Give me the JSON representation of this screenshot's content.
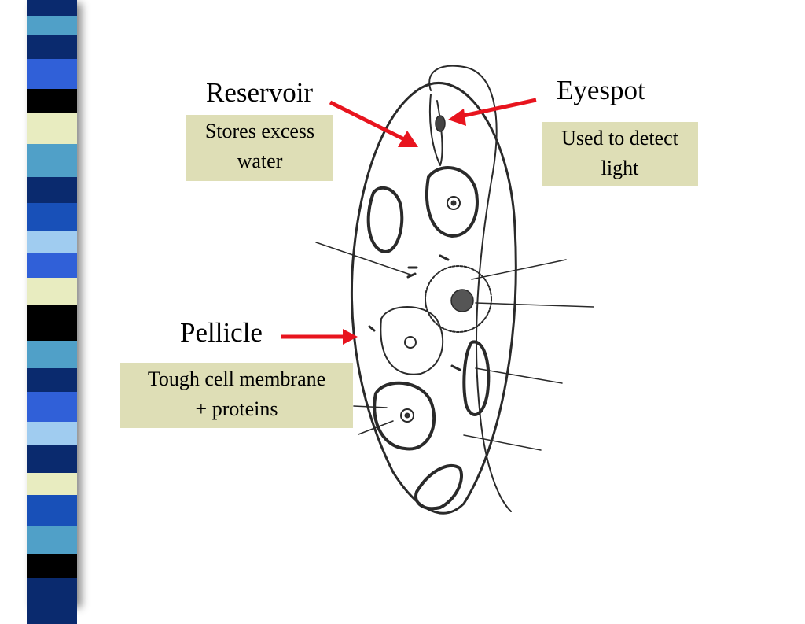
{
  "labels": {
    "reservoir": "Reservoir",
    "eyespot": "Eyespot",
    "pellicle": "Pellicle"
  },
  "notes": {
    "reservoir": {
      "line1": "Stores excess",
      "line2": "water"
    },
    "eyespot": {
      "line1": "Used to detect",
      "line2": "light"
    },
    "pellicle": {
      "line1": "Tough cell membrane",
      "line2": "+ proteins"
    }
  },
  "colors": {
    "arrow": "#e8141e",
    "note_background": "#dedeb6",
    "strip": [
      "#50a0c8",
      "#0a2a6e",
      "#e8ecc0",
      "#000000",
      "#3060d8",
      "#a0ccf0",
      "#1850b8"
    ]
  }
}
